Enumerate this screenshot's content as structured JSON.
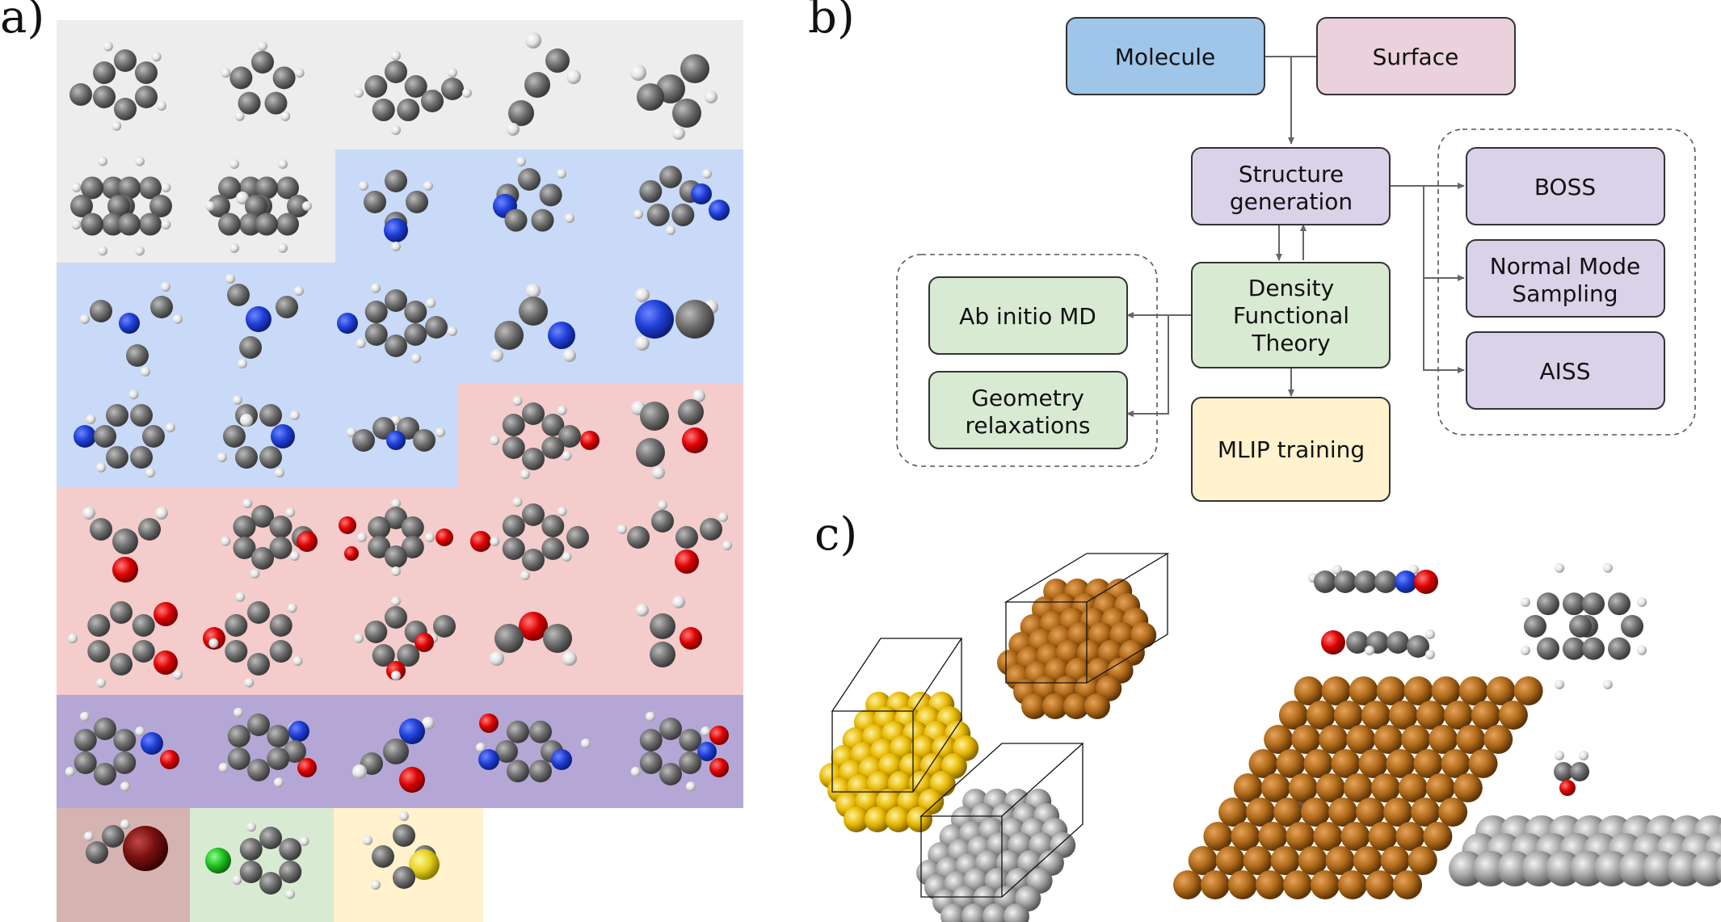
{
  "panel_labels": {
    "a": "a)",
    "b": "b)",
    "c": "c)"
  },
  "flowchart": {
    "molecule": "Molecule",
    "surface": "Surface",
    "structure_generation": [
      "Structure",
      "generation"
    ],
    "dft": [
      "Density",
      "Functional",
      "Theory"
    ],
    "ab_initio_md": "Ab initio MD",
    "geometry_relaxations": [
      "Geometry",
      "relaxations"
    ],
    "mlip_training": "MLIP training",
    "boss": "BOSS",
    "normal_mode_sampling": [
      "Normal Mode",
      "Sampling"
    ],
    "aiss": "AISS"
  },
  "colors": {
    "row_gray": "#ededed",
    "row_blue": "#c9daf8",
    "row_red": "#f4cccc",
    "row_purple": "#b4a7d6",
    "cell_brown": "#d5b3b1",
    "cell_green": "#d9ead3",
    "cell_yellow": "#fff2cc",
    "node_blue": "#9fc5e8",
    "node_pink": "#ead1dc",
    "node_lavender": "#d9d2e9",
    "node_green": "#d9ead3",
    "node_yellow": "#fff2cc",
    "atom_carbon": "#666666",
    "atom_hydrogen": "#e6e6e6",
    "atom_nitrogen": "#1f3fd6",
    "atom_oxygen": "#dd0000",
    "atom_chlorine": "#22c022",
    "atom_sulfur": "#e6d020",
    "atom_bromine": "#7a1010",
    "gold": "#e6b800",
    "copper": "#b06a1a",
    "silver": "#9a9a9a"
  }
}
